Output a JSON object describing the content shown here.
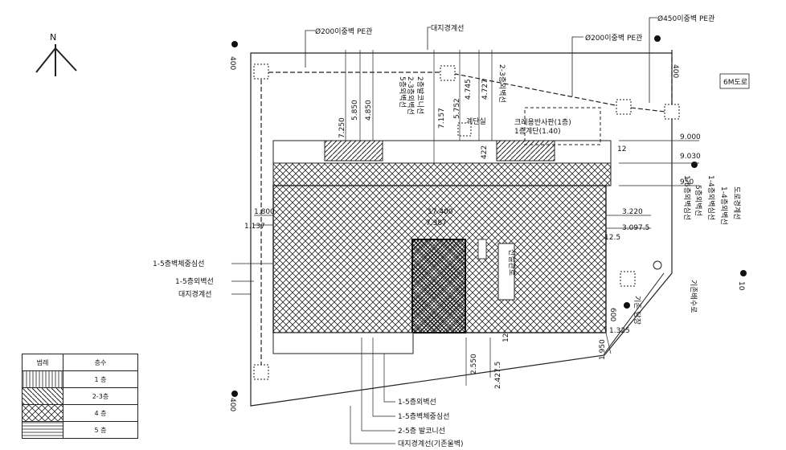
{
  "north": {
    "label": "N"
  },
  "top_labels": {
    "pe_pipe_left": "Ø200이중벽 PE관",
    "site_boundary_top": "대지경계선",
    "pe_pipe_mid": "Ø200이중벽 PE관",
    "pe_pipe_right": "Ø450이중벽 PE관",
    "road": "6M도로"
  },
  "vertical_labels": {
    "line_a": "5층외벽선",
    "line_b": "2-3층외벽선",
    "line_c": "2층발코니선",
    "line_d": "2-3층외벽선",
    "right_a": "1-5층외벽심선",
    "right_b": "5층외벽선",
    "right_c": "1-4층외벽심선",
    "right_d": "1-4층외벽선",
    "right_e": "도로경계선",
    "right_f": "기존배수로"
  },
  "building": {
    "stair_note_1": "계단실",
    "stair_note_2": "1층계단(1.40)",
    "duct_note": "크레용반사판(1층)",
    "sewer_note": "신설관로"
  },
  "left_labels": [
    "1-5층벽체중심선",
    "1-5층외벽선",
    "대지경계선"
  ],
  "bottom_labels": [
    "1-5층외벽선",
    "1-5층벽체중심선",
    "2-5층 발코니선",
    "대지경계선(기존울벽)"
  ],
  "right_bottom_label": "기존 담장",
  "dimensions": {
    "d7250": "7.250",
    "d5850": "5.850",
    "d4850": "4.850",
    "d7157": "7.157",
    "d5752": "5.752",
    "d4745": "4.745",
    "d4727": "4.727",
    "d422": "422",
    "d12": "12",
    "d9000": "9.000",
    "d9030": "9.030",
    "d950": "950",
    "d1800": "1.800",
    "d1137": "1.137",
    "d7400": "17.400",
    "d7387": "7.387",
    "d3220": "3.220",
    "d3097": "3.097.5",
    "d125": "12.5",
    "d1300": "1.325",
    "d2550": "2.550",
    "d2427": "2.427.5",
    "d1950": "1.950",
    "d12b": "12"
  },
  "markers": {
    "m400": "400",
    "m400b": "400",
    "m400c": "400",
    "m10": "10",
    "m600": "600"
  },
  "legend": {
    "header_left": "범례",
    "header_right": "층수",
    "rows": [
      "1 층",
      "2-3층",
      "4 층",
      "5 층"
    ]
  }
}
